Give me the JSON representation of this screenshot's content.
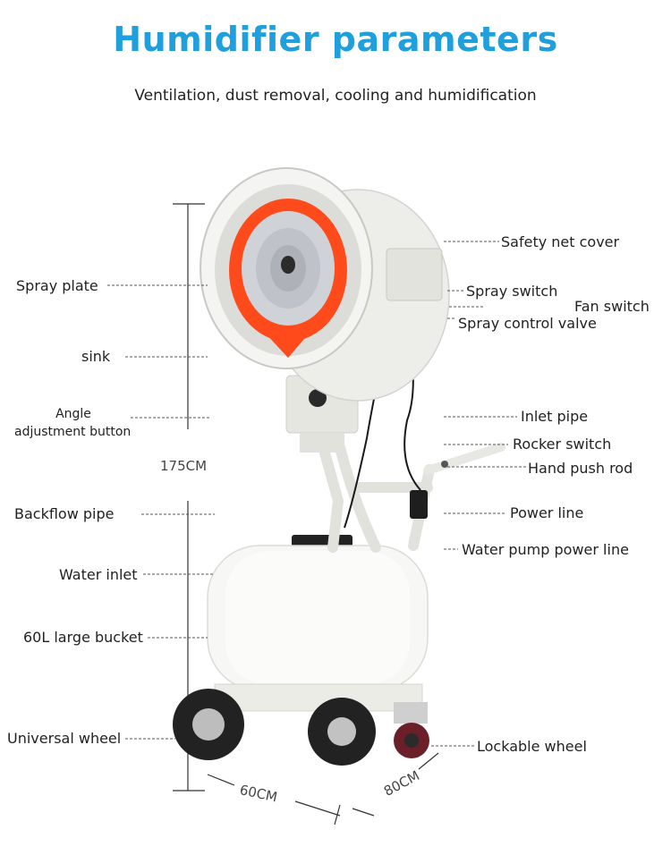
{
  "header": {
    "title": "Humidifier parameters",
    "subtitle": "Ventilation, dust removal, cooling and humidification"
  },
  "labels": {
    "spray_plate": "Spray plate",
    "sink": "sink",
    "angle_adjustment_line1": "Angle",
    "angle_adjustment_line2": "adjustment button",
    "backflow_pipe": "Backflow pipe",
    "water_inlet": "Water inlet",
    "large_bucket": "60L large bucket",
    "universal_wheel": "Universal wheel",
    "safety_net_cover": "Safety net cover",
    "spray_switch": "Spray switch",
    "fan_switch": "Fan switch",
    "spray_control_valve": "Spray control valve",
    "inlet_pipe": "Inlet pipe",
    "rocker_switch": "Rocker switch",
    "hand_push_rod": "Hand push rod",
    "power_line": "Power line",
    "water_pump_power_line": "Water pump power line",
    "lockable_wheel": "Lockable wheel"
  },
  "dimensions": {
    "height": "175CM",
    "width": "60CM",
    "depth": "80CM"
  },
  "colors": {
    "title": "#1f9fdb",
    "spray_plate": "#ff4a1c",
    "body": "#ecece8"
  }
}
